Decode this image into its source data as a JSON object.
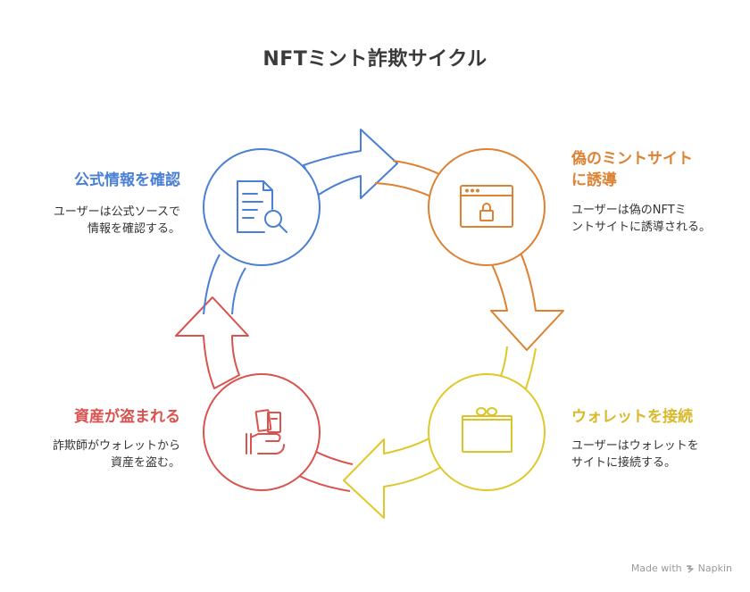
{
  "title": "NFTミント詐欺サイクル",
  "colors": {
    "blue": "#4a7fd6",
    "orange": "#dd8232",
    "yellow": "#d9c42a",
    "red": "#d9534f"
  },
  "steps": [
    {
      "label": "公式情報を確認",
      "description": [
        "ユーザーは公式ソースで",
        "情報を確認する。"
      ],
      "icon": "document-search-icon"
    },
    {
      "label": [
        "偽のミントサイト",
        "に誘導"
      ],
      "description": [
        "ユーザーは偽のNFTミ",
        "ントサイトに誘導される。"
      ],
      "icon": "browser-lock-icon"
    },
    {
      "label": "ウォレットを接続",
      "description": [
        "ユーザーはウォレットを",
        "サイトに接続する。"
      ],
      "icon": "wallet-icon"
    },
    {
      "label": "資産が盗まれる",
      "description": [
        "詐欺師がウォレットから",
        "資産を盗む。"
      ],
      "icon": "money-hand-icon"
    }
  ],
  "footer": {
    "made_with": "Made with",
    "brand": "Napkin"
  }
}
